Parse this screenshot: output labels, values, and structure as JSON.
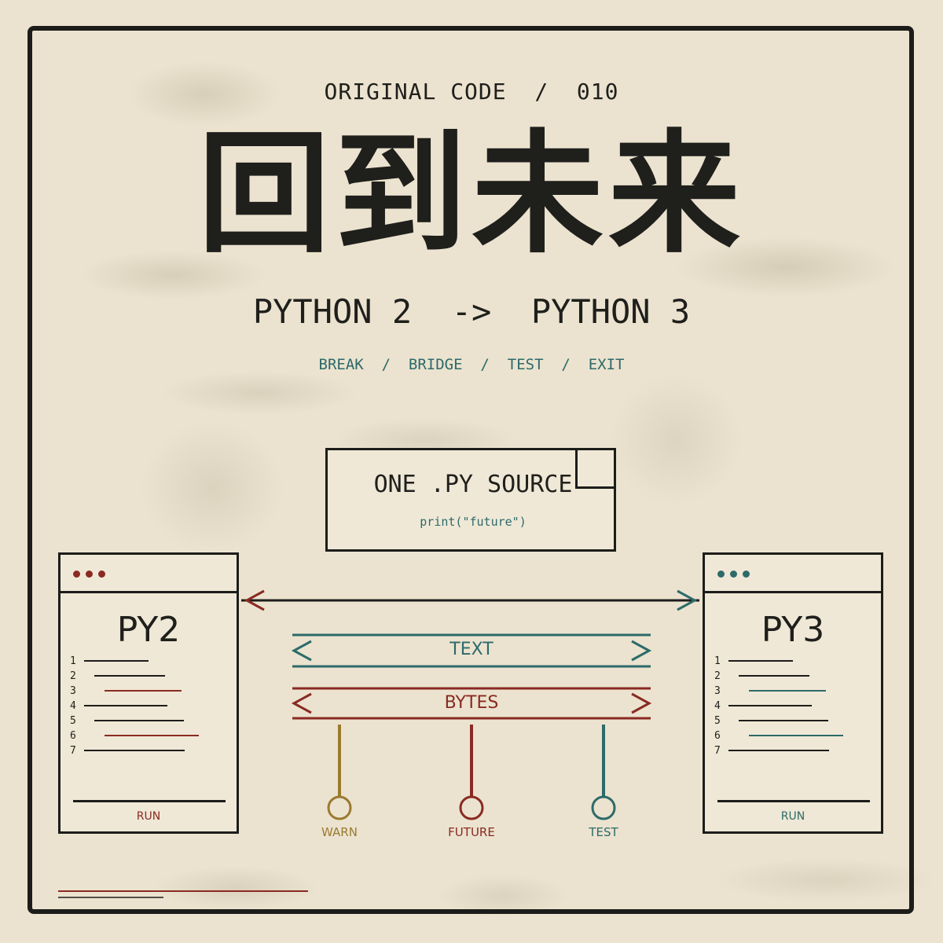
{
  "header": {
    "kicker": "ORIGINAL CODE  /  010",
    "title": "回到未来",
    "subtitle": "PYTHON 2  ->  PYTHON 3",
    "steps": "BREAK  /  BRIDGE  /  TEST  /  EXIT"
  },
  "source": {
    "title": "ONE .PY SOURCE",
    "code": "print(\"future\")"
  },
  "windows": {
    "py2": {
      "label": "PY2",
      "run": "RUN",
      "accent": "#8a2a22"
    },
    "py3": {
      "label": "PY3",
      "run": "RUN",
      "accent": "#2d6a6a"
    },
    "line_numbers": [
      "1",
      "2",
      "3",
      "4",
      "5",
      "6",
      "7"
    ]
  },
  "bands": {
    "text": {
      "label": "TEXT",
      "color": "#2d6a6a"
    },
    "bytes": {
      "label": "BYTES",
      "color": "#8a2a22"
    }
  },
  "pins": [
    {
      "label": "WARN",
      "color": "#9a7a30"
    },
    {
      "label": "FUTURE",
      "color": "#8a2a22"
    },
    {
      "label": "TEST",
      "color": "#2d6a6a"
    }
  ],
  "colors": {
    "ink": "#1c1c1a",
    "paper": "#ebe3cf",
    "teal": "#2d6a6a",
    "red": "#8a2a22",
    "ochre": "#9a7a30"
  }
}
